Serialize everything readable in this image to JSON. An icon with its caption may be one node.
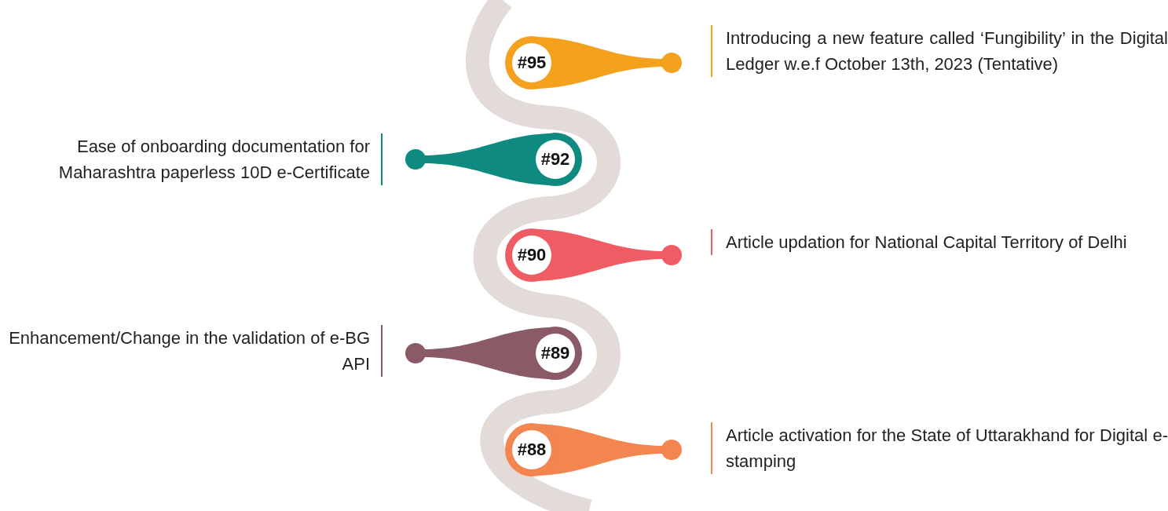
{
  "diagram": {
    "nodes": [
      {
        "text": [
          "#95"
        ],
        "beside": [
          "Introducing a new feature called ‘Fungibility’ in the Digital Ledger w.e.f October 13th, 2023 (Tentative)"
        ]
      },
      {
        "text": [
          "#92"
        ],
        "beside": [
          "Ease of onboarding documentation for Maharashtra paperless 10D e-Certificate"
        ]
      },
      {
        "text": [
          "#90"
        ],
        "beside": [
          "Article updation for National Capital Territory of Delhi"
        ]
      },
      {
        "text": [
          "#89"
        ],
        "beside": [
          "Enhancement/Change in the validation of e-BG API"
        ]
      },
      {
        "text": [
          "#88"
        ],
        "beside": [
          "Article activation for the State of Uttarakhand for Digital e-stamping"
        ]
      }
    ]
  }
}
